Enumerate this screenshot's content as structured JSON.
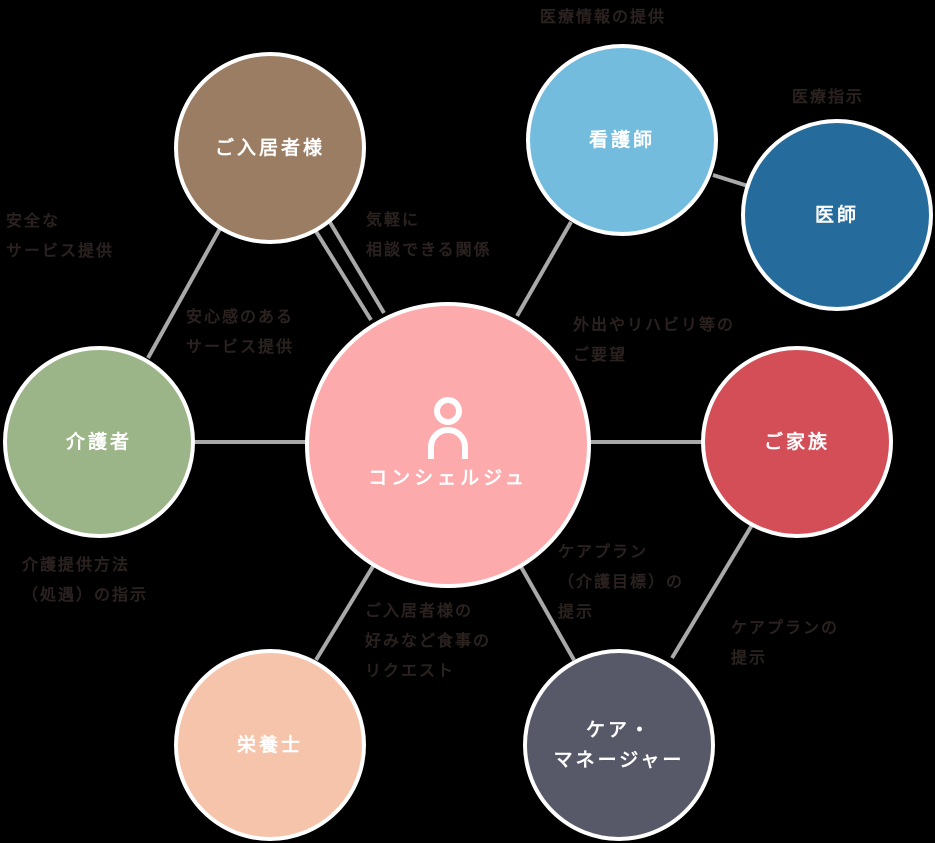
{
  "diagram": {
    "center": {
      "label": "コンシェルジュ",
      "icon": "person-icon",
      "color": "#fdaaad"
    },
    "nodes": [
      {
        "id": "resident",
        "label": "ご入居者様",
        "color": "#9b7d63"
      },
      {
        "id": "nurse",
        "label": "看護師",
        "color": "#74bcde"
      },
      {
        "id": "doctor",
        "label": "医師",
        "color": "#256b9b"
      },
      {
        "id": "caregiver",
        "label": "介護者",
        "color": "#9bb588"
      },
      {
        "id": "family",
        "label": "ご家族",
        "color": "#d44e58"
      },
      {
        "id": "nutritionist",
        "label": "栄養士",
        "color": "#f6c4ab"
      },
      {
        "id": "care_manager",
        "label": "ケア・\nマネージャー",
        "color": "#575868"
      }
    ],
    "connector_color": "#a9a9a9",
    "annotations": {
      "nurse_info": "医療情報の提供",
      "doctor_instruction": "医療指示",
      "caregiver_to_resident": "安全な\nサービス提供",
      "resident_to_concierge": "気軽に\n相談できる関係",
      "concierge_to_resident": "安心感のある\nサービス提供",
      "family_request": "外出やリハビリ等の\nご要望",
      "caregiver_instruction": "介護提供方法\n（処遇）の指示",
      "careplan_goal": "ケアプラン\n（介護目標）の\n提示",
      "nutrition_request": "ご入居者様の\n好みなど食事の\nリクエスト",
      "careplan_family": "ケアプランの\n提示"
    }
  }
}
